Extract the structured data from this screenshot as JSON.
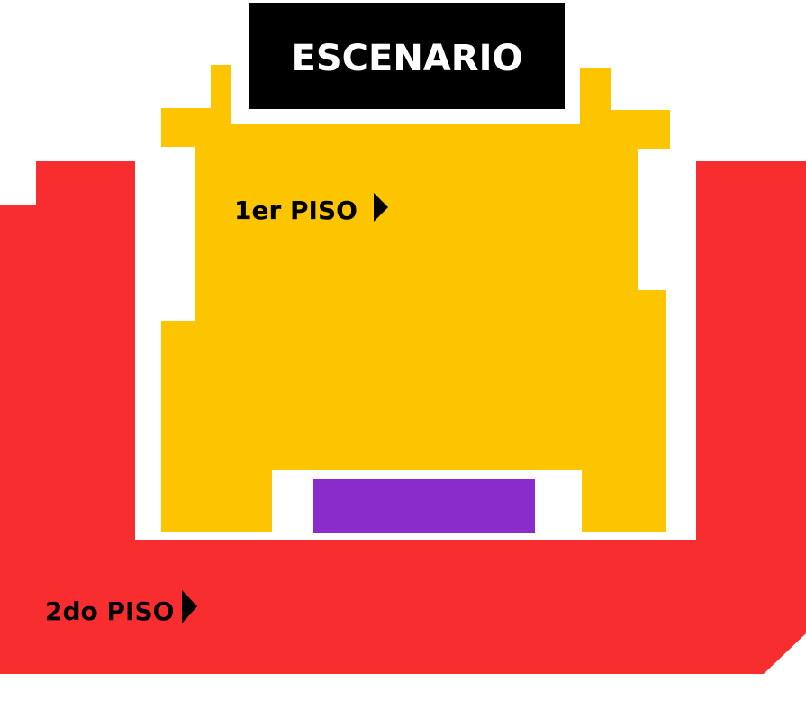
{
  "stage": {
    "label": "ESCENARIO",
    "color": "#000000",
    "text_color": "#ffffff"
  },
  "sections": [
    {
      "id": "primer-piso",
      "label": "1er PISO",
      "color": "#FCC500",
      "icon": "triangle-right-icon"
    },
    {
      "id": "segundo-piso",
      "label": "2do PISO",
      "color": "#F72D2F",
      "icon": "triangle-right-icon"
    },
    {
      "id": "zona-central",
      "label": "",
      "color": "#8A2BCB"
    }
  ],
  "background_color": "#ffffff"
}
